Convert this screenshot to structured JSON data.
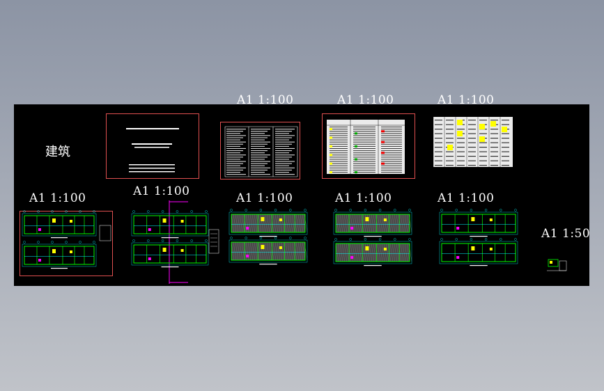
{
  "viewport": {
    "background": "#a0a6b2",
    "drawing_area_background": "#000000"
  },
  "drawing": {
    "title_left": "建筑",
    "scales": {
      "a1_100": "A1   1:100",
      "a1_50": "A1   1:50"
    },
    "colors": {
      "frame": "#e05050",
      "wall": "#00ff00",
      "accent_cyan": "#00ffff",
      "accent_yellow": "#ffff00",
      "accent_magenta": "#ff00ff",
      "text": "#ffffff"
    }
  }
}
